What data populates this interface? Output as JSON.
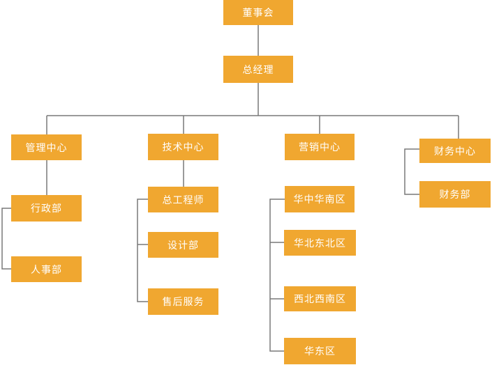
{
  "diagram_type": "org-chart",
  "colors": {
    "node_fill": "#F0A730",
    "node_text": "#FFFFFF",
    "connector": "#787878",
    "background": "#FFFFFF"
  },
  "nodes": {
    "board": {
      "label": "董事会"
    },
    "gm": {
      "label": "总经理"
    },
    "mgmt": {
      "label": "管理中心"
    },
    "admin": {
      "label": "行政部"
    },
    "hr": {
      "label": "人事部"
    },
    "tech": {
      "label": "技术中心"
    },
    "chief_eng": {
      "label": "总工程师"
    },
    "design": {
      "label": "设计部"
    },
    "aftersales": {
      "label": "售后服务"
    },
    "marketing": {
      "label": "营销中心"
    },
    "region_central_south": {
      "label": "华中华南区"
    },
    "region_north_northeast": {
      "label": "华北东北区"
    },
    "region_northwest_southwest": {
      "label": "西北西南区"
    },
    "region_east": {
      "label": "华东区"
    },
    "finance_center": {
      "label": "财务中心"
    },
    "finance_dept": {
      "label": "财务部"
    }
  },
  "edges": [
    {
      "from": "董事会",
      "to": "总经理"
    },
    {
      "from": "总经理",
      "to": "管理中心"
    },
    {
      "from": "总经理",
      "to": "技术中心"
    },
    {
      "from": "总经理",
      "to": "营销中心"
    },
    {
      "from": "总经理",
      "to": "财务中心"
    },
    {
      "from": "管理中心",
      "to": "行政部"
    },
    {
      "from": "行政部",
      "to": "人事部"
    },
    {
      "from": "技术中心",
      "to": "总工程师"
    },
    {
      "from": "总工程师",
      "to": "设计部"
    },
    {
      "from": "总工程师",
      "to": "售后服务"
    },
    {
      "from": "营销中心",
      "to": "华中华南区"
    },
    {
      "from": "华中华南区",
      "to": "华北东北区"
    },
    {
      "from": "华中华南区",
      "to": "西北西南区"
    },
    {
      "from": "华中华南区",
      "to": "华东区"
    },
    {
      "from": "财务中心",
      "to": "财务部"
    }
  ]
}
